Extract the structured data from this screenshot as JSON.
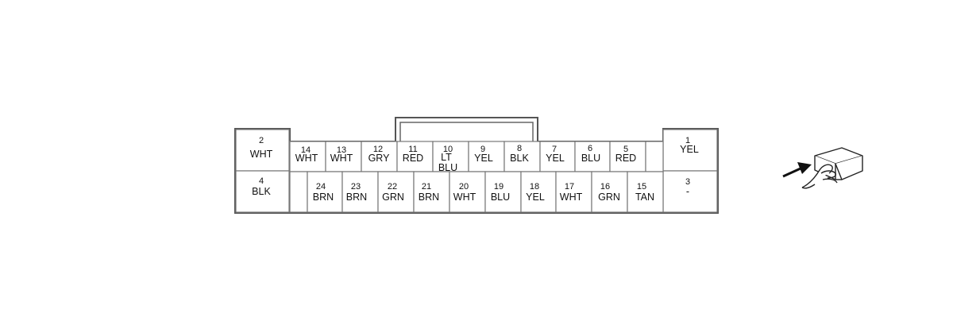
{
  "connector": {
    "pins": [
      {
        "num": "2",
        "color": "WHT"
      },
      {
        "num": "4",
        "color": "BLK"
      },
      {
        "num": "14",
        "color": "WHT"
      },
      {
        "num": "13",
        "color": "WHT"
      },
      {
        "num": "12",
        "color": "GRY"
      },
      {
        "num": "11",
        "color": "RED"
      },
      {
        "num": "10",
        "color": "LT BLU",
        "color_lines": [
          "LT",
          "BLU"
        ]
      },
      {
        "num": "9",
        "color": "YEL"
      },
      {
        "num": "8",
        "color": "BLK"
      },
      {
        "num": "7",
        "color": "YEL"
      },
      {
        "num": "6",
        "color": "BLU"
      },
      {
        "num": "5",
        "color": "RED"
      },
      {
        "num": "24",
        "color": "BRN"
      },
      {
        "num": "23",
        "color": "BRN"
      },
      {
        "num": "22",
        "color": "GRN"
      },
      {
        "num": "21",
        "color": "BRN"
      },
      {
        "num": "20",
        "color": "WHT"
      },
      {
        "num": "19",
        "color": "BLU"
      },
      {
        "num": "18",
        "color": "YEL"
      },
      {
        "num": "17",
        "color": "WHT"
      },
      {
        "num": "16",
        "color": "GRN"
      },
      {
        "num": "15",
        "color": "TAN"
      },
      {
        "num": "1",
        "color": "YEL"
      },
      {
        "num": "3",
        "color": "-"
      }
    ]
  },
  "icons": {
    "view_indicator": "hand-holding-connector-icon",
    "arrow": "arrow-right-icon"
  }
}
